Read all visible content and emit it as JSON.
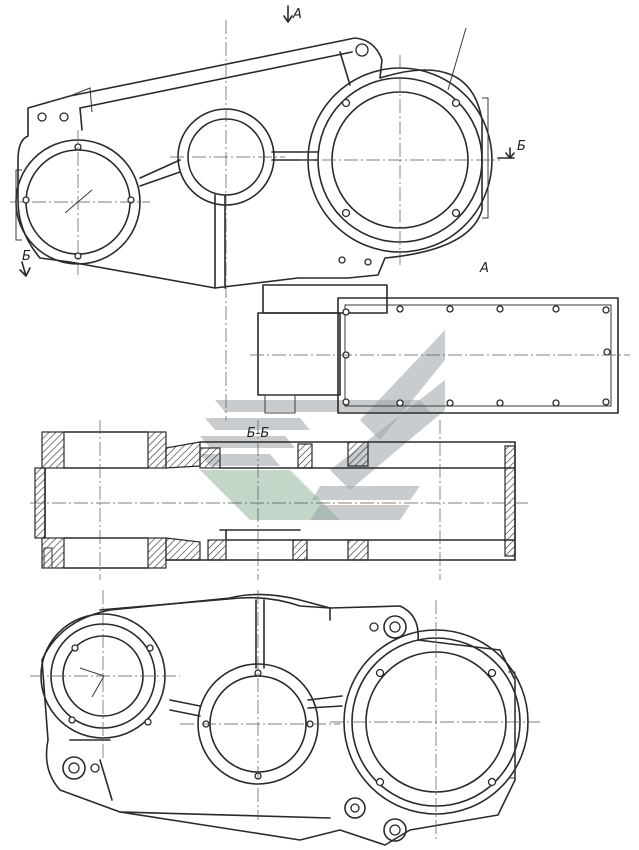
{
  "drawing": {
    "view_labels": {
      "view_a_arrow": "A",
      "view_a_title": "A",
      "section_arrow_right": "Б",
      "section_arrow_left": "Б",
      "section_title": "Б-Б"
    }
  }
}
